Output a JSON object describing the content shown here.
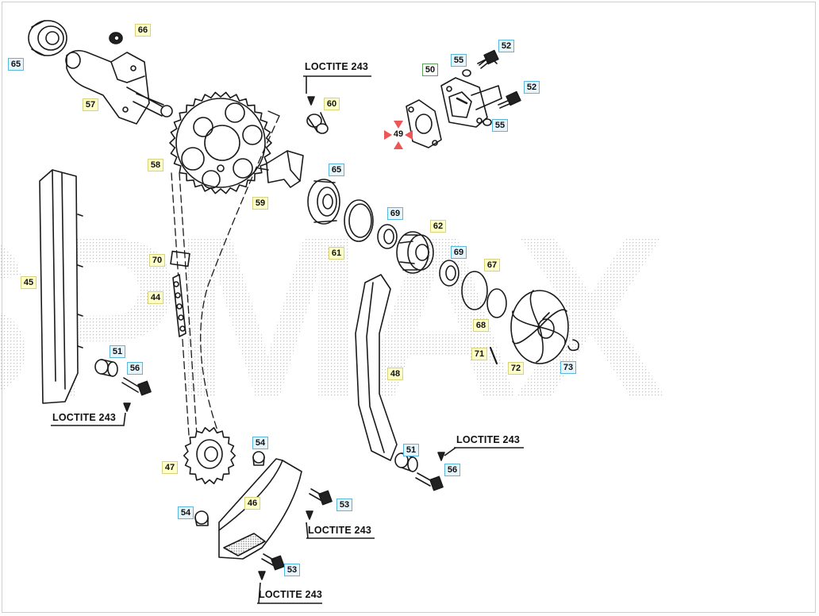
{
  "watermark": "SPMAX",
  "notes": {
    "loctite": "LOCTITE 243"
  },
  "callouts": [
    {
      "label": "65",
      "color": "blue"
    },
    {
      "label": "66",
      "color": "yellow"
    },
    {
      "label": "57",
      "color": "yellow"
    },
    {
      "label": "58",
      "color": "yellow"
    },
    {
      "label": "59",
      "color": "yellow"
    },
    {
      "label": "60",
      "color": "yellow"
    },
    {
      "label": "49",
      "color": "none"
    },
    {
      "label": "50",
      "color": "green"
    },
    {
      "label": "55",
      "color": "blue"
    },
    {
      "label": "52",
      "color": "blue"
    },
    {
      "label": "52",
      "color": "blue"
    },
    {
      "label": "55",
      "color": "blue"
    },
    {
      "label": "65",
      "color": "blue"
    },
    {
      "label": "69",
      "color": "blue"
    },
    {
      "label": "62",
      "color": "yellow"
    },
    {
      "label": "61",
      "color": "yellow"
    },
    {
      "label": "69",
      "color": "blue"
    },
    {
      "label": "67",
      "color": "yellow"
    },
    {
      "label": "68",
      "color": "yellow"
    },
    {
      "label": "71",
      "color": "yellow"
    },
    {
      "label": "72",
      "color": "yellow"
    },
    {
      "label": "73",
      "color": "blue"
    },
    {
      "label": "45",
      "color": "yellow"
    },
    {
      "label": "70",
      "color": "yellow"
    },
    {
      "label": "44",
      "color": "yellow"
    },
    {
      "label": "51",
      "color": "blue"
    },
    {
      "label": "56",
      "color": "blue"
    },
    {
      "label": "48",
      "color": "yellow"
    },
    {
      "label": "54",
      "color": "blue"
    },
    {
      "label": "47",
      "color": "yellow"
    },
    {
      "label": "46",
      "color": "yellow"
    },
    {
      "label": "53",
      "color": "blue"
    },
    {
      "label": "54",
      "color": "blue"
    },
    {
      "label": "53",
      "color": "blue"
    },
    {
      "label": "51",
      "color": "blue"
    },
    {
      "label": "56",
      "color": "blue"
    }
  ],
  "colors": {
    "ink": "#1a1a1a",
    "yellow_fill": "#ffffc8",
    "blue_border": "#5ab6df",
    "green_border": "#5aa05a",
    "marker": "#ee5555",
    "dots": "#c4c4c4"
  }
}
